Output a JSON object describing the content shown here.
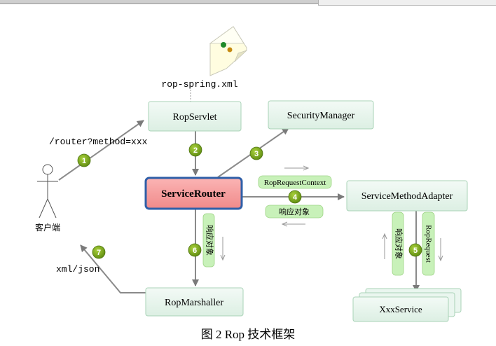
{
  "nodes": {
    "config_file": "rop-spring.xml",
    "rop_servlet": "RopServlet",
    "security_manager": "SecurityManager",
    "service_router": "ServiceRouter",
    "service_method_adapter": "ServiceMethodAdapter",
    "rop_marshaller": "RopMarshaller",
    "xxx_service": "XxxService",
    "client": "客户端"
  },
  "edges": {
    "router_url": "/router?method=xxx",
    "xml_json": "xml/json",
    "rop_request_context": "RopRequestContext",
    "response_object_h": "响应对象",
    "response_object_v1": "响应对象",
    "response_object_v2": "响应对象",
    "rop_request": "RopRequest"
  },
  "steps": [
    "1",
    "2",
    "3",
    "4",
    "5",
    "6",
    "7"
  ],
  "caption": "图 2 Rop 技术框架",
  "colors": {
    "node_fill": "#e6f4ec",
    "node_border": "#9ec9ae",
    "router_fill": "#f49a9a",
    "router_border": "#2f5fa8",
    "step_fill": "#6f9a18",
    "tag_fill": "#c6f0b8",
    "arrow": "#808080"
  }
}
